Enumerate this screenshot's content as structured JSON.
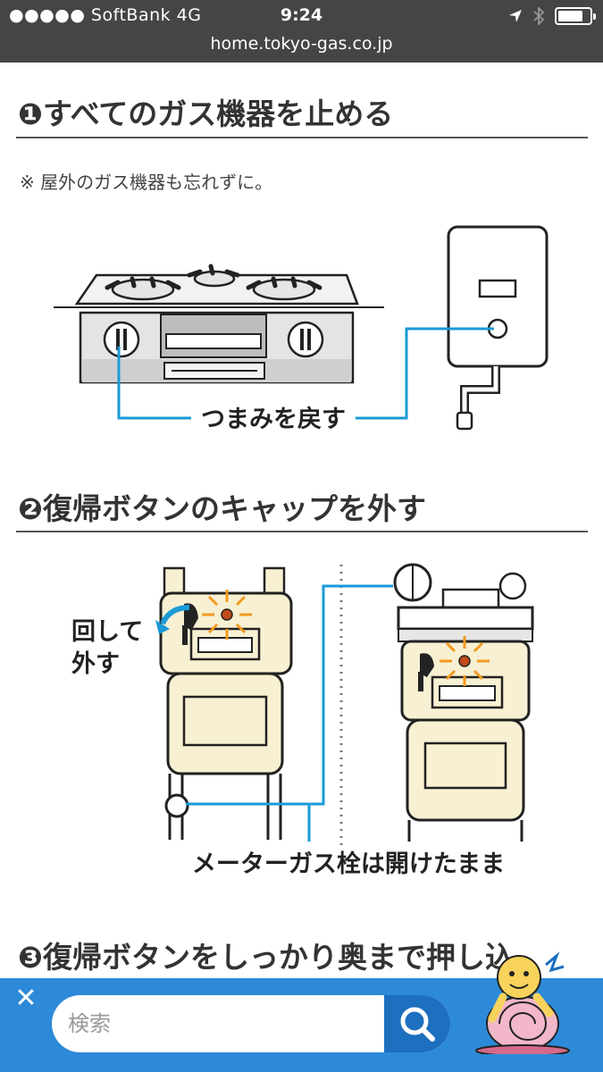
{
  "status_bar": {
    "carrier": "●●●●● SoftBank   4G",
    "time": "9:24",
    "battery_level": 0.8
  },
  "browser": {
    "url": "home.tokyo-gas.co.jp"
  },
  "steps": [
    {
      "heading": "❶すべてのガス機器を止める",
      "note": "※ 屋外のガス機器も忘れずに。",
      "callout": "つまみを戻す"
    },
    {
      "heading": "❷復帰ボタンのキャップを外す",
      "side_label_line1": "回して",
      "side_label_line2": "外す",
      "callout": "メーターガス栓は開けたまま"
    },
    {
      "heading": "❸復帰ボタンをしっかり奥まで押し込"
    }
  ],
  "search": {
    "placeholder": "検索",
    "close_label": "✕"
  },
  "colors": {
    "accent_line": "#1a9ad6",
    "bottom_bar": "#2d8ad8",
    "spark": "#f39a1e",
    "meter_fill": "#f7f0d2"
  },
  "icons": [
    "location-arrow-icon",
    "bluetooth-icon",
    "battery-icon",
    "close-icon",
    "search-icon",
    "snail-mascot-icon"
  ]
}
